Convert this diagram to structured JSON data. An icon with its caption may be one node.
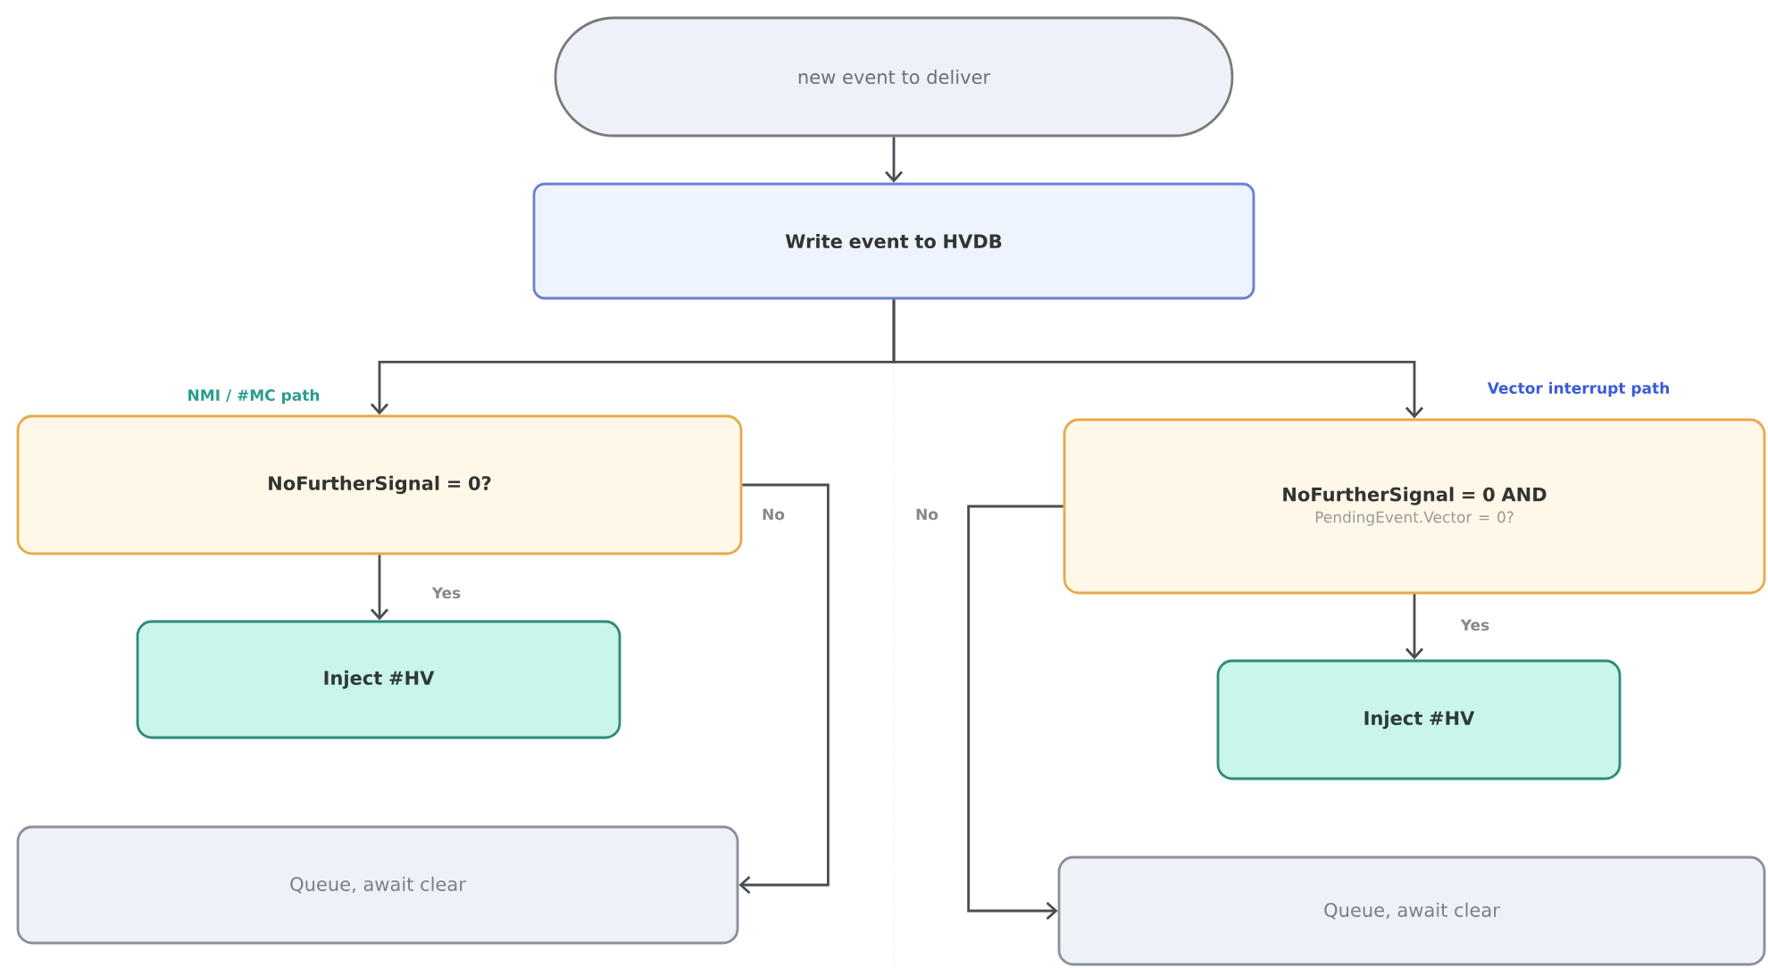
{
  "diagram": {
    "nodes": [
      {
        "text": [
          "new event to deliver"
        ]
      },
      {
        "text": [
          "Write event to HVDB"
        ]
      },
      {
        "text": [
          "NoFurtherSignal = 0?"
        ]
      },
      {
        "text": [
          "Inject #HV"
        ]
      },
      {
        "text": [
          "Queue, await clear"
        ]
      },
      {
        "text": [
          "NoFurtherSignal = 0 AND",
          "PendingEvent.Vector = 0?"
        ]
      },
      {
        "text": [
          "Inject #HV"
        ]
      },
      {
        "text": [
          "Queue, await clear"
        ]
      }
    ],
    "edges": [
      {
        "from": 0,
        "to": 1,
        "arrow": "to"
      },
      {
        "from": 1,
        "to": 2,
        "arrow": "to",
        "label": "NMI / #MC path"
      },
      {
        "from": 1,
        "to": 5,
        "arrow": "to",
        "label": "Vector interrupt path"
      },
      {
        "from": 2,
        "to": 3,
        "arrow": "to",
        "label": "Yes"
      },
      {
        "from": 2,
        "to": 4,
        "arrow": "to",
        "label": "No"
      },
      {
        "from": 5,
        "to": 6,
        "arrow": "to",
        "label": "Yes"
      },
      {
        "from": 5,
        "to": 7,
        "arrow": "to",
        "label": "No"
      }
    ]
  }
}
